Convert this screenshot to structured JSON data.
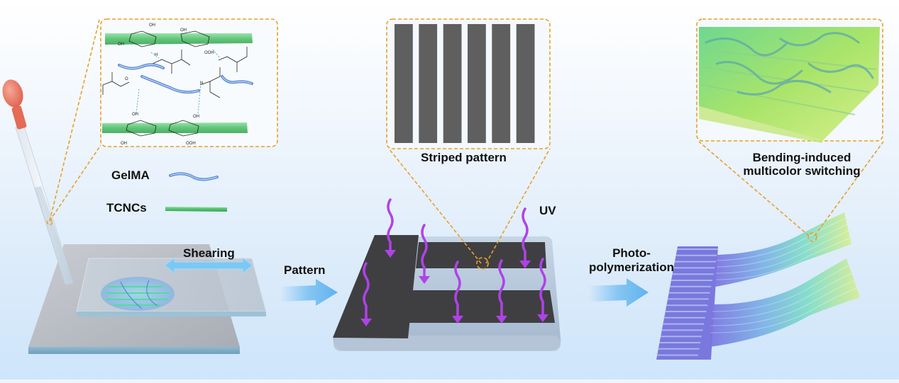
{
  "figure": {
    "panels": [
      {
        "id": "shearing",
        "legend": [
          {
            "label": "GelMA",
            "icon": "gelma-chain-icon",
            "color": "#5b8fd8"
          },
          {
            "label": "TCNCs",
            "icon": "tcnc-rod-icon",
            "color": "#5cc46c"
          }
        ],
        "inset": {
          "description": "molecular structure: TCNC cellulose chains hydrogen-bonded to GelMA methacrylamide groups",
          "labels": [
            "OH",
            "OH",
            "OH",
            "OOH",
            "H",
            "N",
            "O",
            "OH",
            "OH",
            "OH",
            "OOH"
          ]
        },
        "action_label": "Shearing"
      },
      {
        "id": "patterning",
        "inset_caption": "Striped pattern",
        "stripe_count": 6,
        "uv_label": "UV",
        "arrow_label": "Pattern"
      },
      {
        "id": "result",
        "arrow_label_line1": "Photo-",
        "arrow_label_line2": "polymerization",
        "inset_caption_line1": "Bending-induced",
        "inset_caption_line2": "multicolor switching"
      }
    ],
    "colors": {
      "dashed_outline": "#e8a02a",
      "uv_wave": "#b042e8",
      "process_arrow": "#6fbcf0",
      "mask": "#3f3f42",
      "stripe": "#5f5f60",
      "film_start": "#7a72e0",
      "film_mid": "#6fd8d0",
      "film_end": "#d8ee8a",
      "pipette_bulb": "#e8705e"
    }
  }
}
